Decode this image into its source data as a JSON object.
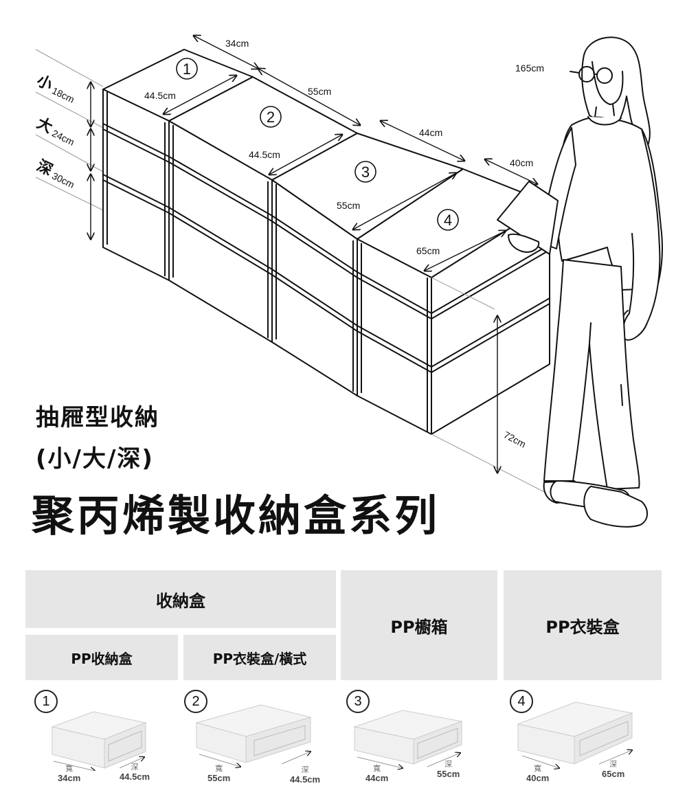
{
  "illustration": {
    "side_labels": [
      {
        "char": "小",
        "size": "18cm"
      },
      {
        "char": "大",
        "size": "24cm"
      },
      {
        "char": "深",
        "size": "30cm"
      }
    ],
    "box_numbers": [
      "1",
      "2",
      "3",
      "4"
    ],
    "dimensions": {
      "box1_width": "34cm",
      "box1_depth": "44.5cm",
      "box2_width": "55cm",
      "box2_depth": "44.5cm",
      "box3_width": "44cm",
      "box3_depth": "55cm",
      "box4_width": "40cm",
      "box4_depth": "65cm",
      "stack_height": "72cm",
      "person_height": "165cm"
    }
  },
  "title": {
    "line1": "抽屜型收納",
    "line2": "(小/大/深)",
    "main": "聚丙烯製收納盒系列"
  },
  "table": {
    "header_group": "收納盒",
    "header_pp_box": "PP收納盒",
    "header_pp_clothes_horizontal": "PP衣裝盒/橫式",
    "header_pp_drawer": "PP櫥箱",
    "header_pp_clothes": "PP衣裝盒",
    "items": [
      {
        "num": "1",
        "width_label": "寬",
        "width": "34cm",
        "depth_label": "深",
        "depth": "44.5cm"
      },
      {
        "num": "2",
        "width_label": "寬",
        "width": "55cm",
        "depth_label": "深",
        "depth": "44.5cm"
      },
      {
        "num": "3",
        "width_label": "寬",
        "width": "44cm",
        "depth_label": "深",
        "depth": "55cm"
      },
      {
        "num": "4",
        "width_label": "寬",
        "width": "40cm",
        "depth_label": "深",
        "depth": "65cm"
      }
    ]
  }
}
